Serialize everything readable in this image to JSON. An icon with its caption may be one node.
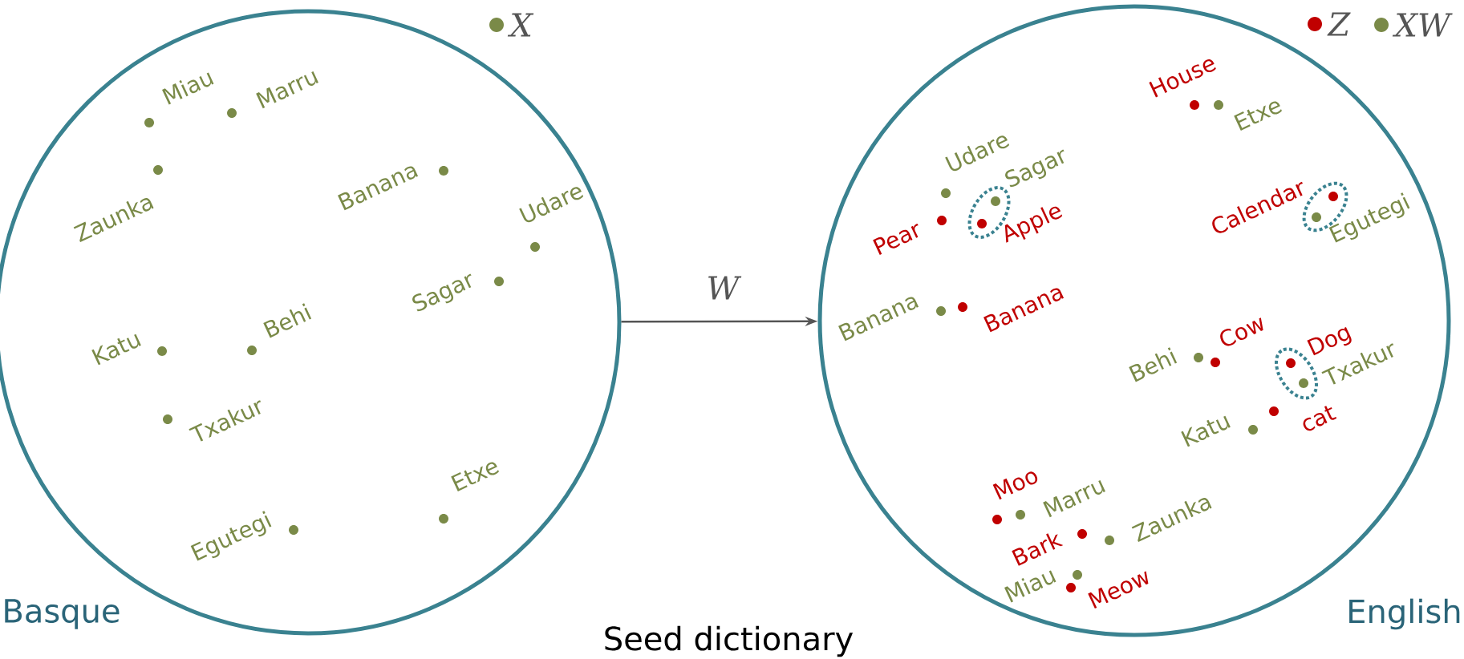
{
  "diagram": {
    "caption": "Seed dictionary",
    "nodes": [
      {
        "text": [
          "Basque"
        ]
      },
      {
        "text": [
          "English"
        ]
      },
      {
        "text": [
          "Miau"
        ],
        "in": 0
      },
      {
        "text": [
          "Marru"
        ],
        "in": 0
      },
      {
        "text": [
          "Zaunka"
        ],
        "in": 0
      },
      {
        "text": [
          "Banana"
        ],
        "in": 0
      },
      {
        "text": [
          "Udare"
        ],
        "in": 0
      },
      {
        "text": [
          "Sagar"
        ],
        "in": 0
      },
      {
        "text": [
          "Katu"
        ],
        "in": 0
      },
      {
        "text": [
          "Behi"
        ],
        "in": 0
      },
      {
        "text": [
          "Txakur"
        ],
        "in": 0
      },
      {
        "text": [
          "Egutegi"
        ],
        "in": 0
      },
      {
        "text": [
          "Etxe"
        ],
        "in": 0
      },
      {
        "text": [
          "House"
        ],
        "in": 1
      },
      {
        "text": [
          "Etxe"
        ],
        "in": 1
      },
      {
        "text": [
          "Udare"
        ],
        "in": 1
      },
      {
        "text": [],
        "shape": "ellipse",
        "in": 1
      },
      {
        "text": [
          "Sagar"
        ],
        "in": 16
      },
      {
        "text": [
          "Pear"
        ],
        "in": 1
      },
      {
        "text": [
          "Apple"
        ],
        "in": 16
      },
      {
        "text": [],
        "shape": "ellipse",
        "in": 1
      },
      {
        "text": [
          "Calendar"
        ],
        "in": 20
      },
      {
        "text": [
          "Egutegi"
        ],
        "in": 20
      },
      {
        "text": [
          "Banana"
        ],
        "in": 1
      },
      {
        "text": [
          "Banana"
        ],
        "in": 1
      },
      {
        "text": [
          "Behi"
        ],
        "in": 1
      },
      {
        "text": [
          "Cow"
        ],
        "in": 1
      },
      {
        "text": [],
        "shape": "ellipse",
        "in": 1
      },
      {
        "text": [
          "Dog"
        ],
        "in": 27
      },
      {
        "text": [
          "Txakur"
        ],
        "in": 27
      },
      {
        "text": [
          "Katu"
        ],
        "in": 1
      },
      {
        "text": [
          "cat"
        ],
        "in": 1
      },
      {
        "text": [
          "Moo"
        ],
        "in": 1
      },
      {
        "text": [
          "Marru"
        ],
        "in": 1
      },
      {
        "text": [
          "Bark"
        ],
        "in": 1
      },
      {
        "text": [
          "Zaunka"
        ],
        "in": 1
      },
      {
        "text": [
          "Miau"
        ],
        "in": 1
      },
      {
        "text": [
          "Meow"
        ],
        "in": 1
      }
    ],
    "edges": [
      {
        "from": 0,
        "to": 1,
        "arrow": "to",
        "label": "W"
      }
    ],
    "legend": [
      {
        "text": "X",
        "color": "#7a8a48"
      },
      {
        "text": "Z",
        "color": "#c00000"
      },
      {
        "text": "XW",
        "color": "#7a8a48"
      }
    ]
  }
}
